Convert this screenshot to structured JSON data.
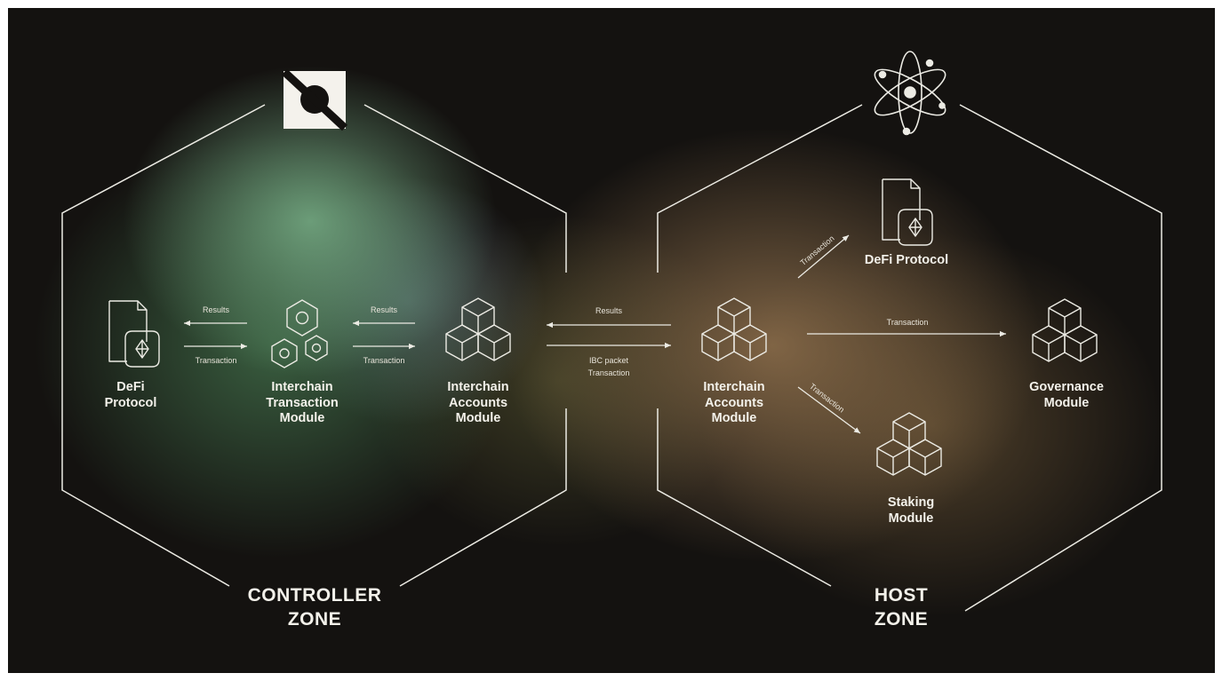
{
  "colors": {
    "line": "#ecebe4",
    "text": "#f3f1ea",
    "background": "#141210",
    "controller_glow": "#78af87",
    "host_glow": "#a07d55"
  },
  "zones": {
    "controller": {
      "label": "CONTROLLER\nZONE",
      "icon": "stride-logo-icon"
    },
    "host": {
      "label": "HOST\nZONE",
      "icon": "cosmos-atom-icon"
    }
  },
  "nodes": {
    "c_defi": {
      "label": "DeFi\nProtocol",
      "icon": "contract-document-icon"
    },
    "c_tx_module": {
      "label": "Interchain\nTransaction\nModule",
      "icon": "hexagon-modules-icon"
    },
    "c_ica": {
      "label": "Interchain\nAccounts\nModule",
      "icon": "stacked-cubes-icon"
    },
    "h_ica": {
      "label": "Interchain\nAccounts\nModule",
      "icon": "stacked-cubes-icon"
    },
    "h_defi": {
      "label": "DeFi Protocol",
      "icon": "contract-document-icon"
    },
    "h_gov": {
      "label": "Governance\nModule",
      "icon": "stacked-cubes-icon"
    },
    "h_staking": {
      "label": "Staking\nModule",
      "icon": "stacked-cubes-icon"
    }
  },
  "edges": {
    "e1_results": "Results",
    "e1_transaction": "Transaction",
    "e2_results": "Results",
    "e2_transaction": "Transaction",
    "e3_results": "Results",
    "e3_ibc": "IBC packet\nTransaction",
    "e4_defi": "Transaction",
    "e4_gov": "Transaction",
    "e4_staking": "Transaction"
  }
}
